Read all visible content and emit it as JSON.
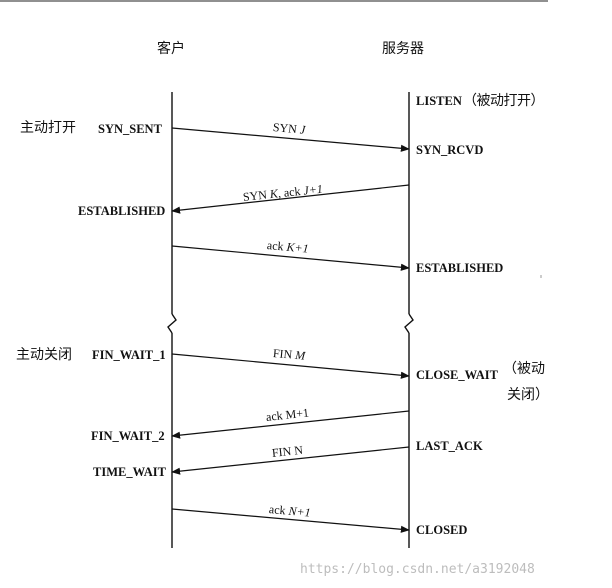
{
  "client": "客户",
  "server": "服务器",
  "client_notes": {
    "active_open": "主动打开",
    "active_close": "主动关闭"
  },
  "server_notes": {
    "passive_open": "（被动打开）",
    "passive_close_1": "（被动",
    "passive_close_2": "关闭）"
  },
  "client_states": {
    "syn_sent": "SYN_SENT",
    "established": "ESTABLISHED",
    "fin_wait_1": "FIN_WAIT_1",
    "fin_wait_2": "FIN_WAIT_2",
    "time_wait": "TIME_WAIT"
  },
  "server_states": {
    "listen": "LISTEN",
    "syn_rcvd": "SYN_RCVD",
    "established": "ESTABLISHED",
    "close_wait": "CLOSE_WAIT",
    "last_ack": "LAST_ACK",
    "closed": "CLOSED"
  },
  "messages": {
    "syn_j": {
      "a": "SYN ",
      "b": "J"
    },
    "syn_k": {
      "a": "SYN ",
      "b": "K",
      "c": ", ack ",
      "d": "J+1"
    },
    "ack_k": {
      "a": "ack ",
      "b": "K+1"
    },
    "fin_m": {
      "a": "FIN ",
      "b": "M"
    },
    "ack_m": {
      "a": "ack M+1"
    },
    "fin_n": {
      "a": "FIN N"
    },
    "ack_n": {
      "a": "ack ",
      "b": "N+1"
    }
  },
  "watermark": "https://blog.csdn.net/a3192048",
  "colors": {
    "line": "#111111",
    "watermark": "#bdbdbd"
  }
}
